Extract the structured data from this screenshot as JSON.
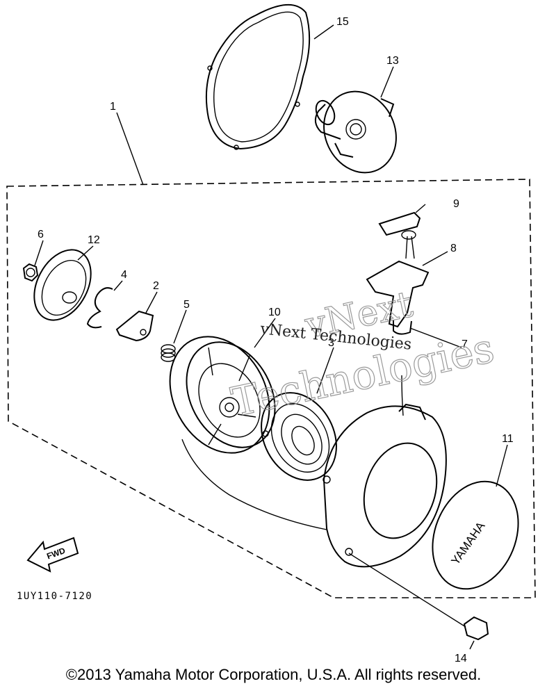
{
  "diagram": {
    "figure_code": "1UY110-7120",
    "fwd_arrow_label": "FWD",
    "callouts": {
      "c1": "1",
      "c2": "2",
      "c3": "3",
      "c4": "4",
      "c5": "5",
      "c6": "6",
      "c7": "7",
      "c8": "8",
      "c9": "9",
      "c10": "10",
      "c11": "11",
      "c12": "12",
      "c13": "13",
      "c14": "14",
      "c15": "15"
    },
    "emblem_text": "YAMAHA",
    "watermark": {
      "line1": "vNext Technologies",
      "outline_line1": "vNext",
      "outline_line2": "Technologies"
    }
  },
  "footer": {
    "copyright": "©2013 Yamaha Motor Corporation, U.S.A. All rights reserved."
  }
}
